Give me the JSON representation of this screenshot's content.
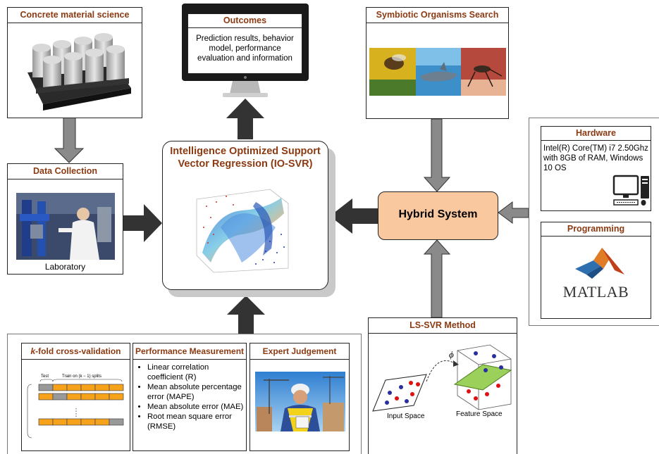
{
  "boxes": {
    "concrete": {
      "title": "Concrete material science"
    },
    "data_collection": {
      "title": "Data Collection",
      "caption": "Laboratory"
    },
    "outcomes": {
      "title": "Outcomes",
      "text": "Prediction results, behavior model, performance evaluation and information"
    },
    "sos": {
      "title": "Symbiotic Organisms Search"
    },
    "iosvr": {
      "title": "Intelligence Optimized Support Vector Regression (IO-SVR)"
    },
    "hybrid": {
      "title": "Hybrid System"
    },
    "hardware": {
      "title": "Hardware",
      "text": "Intel(R) Core(TM) i7 2.50Ghz with 8GB of RAM, Windows 10 OS"
    },
    "programming": {
      "title": "Programming",
      "logo_text": "MATLAB"
    },
    "lssvr": {
      "title": "LS-SVR Method",
      "phi": "ϕ",
      "input_space": "Input Space",
      "feature_space": "Feature Space"
    },
    "kfold": {
      "title_k": "k",
      "title_rest": "-fold cross-validation",
      "test_label": "Test",
      "train_label": "Train on (k − 1) splits"
    },
    "performance": {
      "title": "Performance Measurement",
      "items": [
        "Linear correlation coefficient (R)",
        "Mean absolute percentage error (MAPE)",
        "Mean absolute error (MAE)",
        "Root mean square error (RMSE)"
      ]
    },
    "expert": {
      "title": "Expert Judgement"
    }
  },
  "colors": {
    "title_text": "#8B3A12",
    "hybrid_fill": "#FAC89E",
    "fold_train": "#F7A21B",
    "fold_test": "#999999",
    "arrow_dark": "#333333",
    "arrow_light": "#8A8A8A"
  }
}
